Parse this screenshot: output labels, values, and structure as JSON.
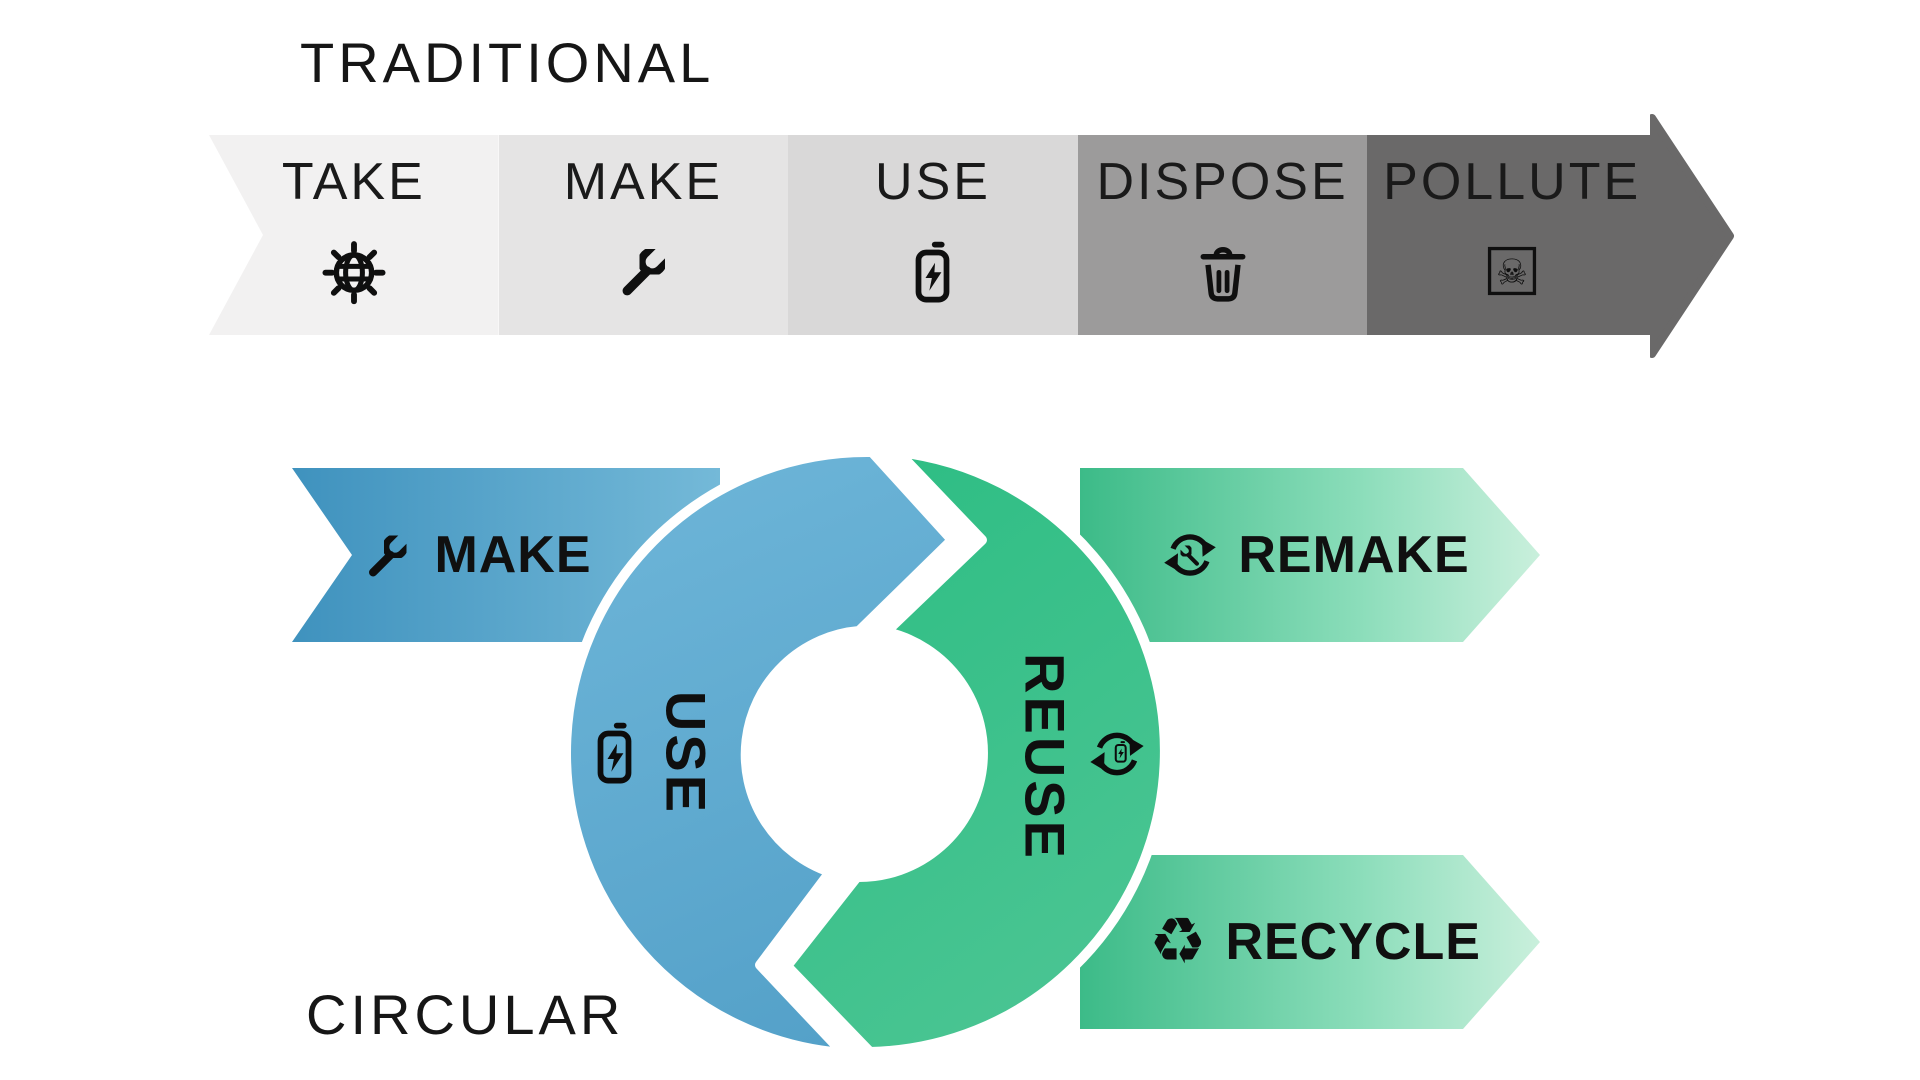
{
  "traditional": {
    "title": "TRADITIONAL",
    "stages": [
      {
        "label": "TAKE",
        "icon": "globe-rays-icon",
        "bg": "#F2F1F1"
      },
      {
        "label": "MAKE",
        "icon": "wrench-icon",
        "bg": "#E5E4E4"
      },
      {
        "label": "USE",
        "icon": "battery-bolt-icon",
        "bg": "#D9D8D8"
      },
      {
        "label": "DISPOSE",
        "icon": "trash-icon",
        "bg": "#9C9B9B"
      },
      {
        "label": "POLLUTE",
        "icon": "skull-crossbones-icon",
        "bg": "#6A6969"
      }
    ],
    "arrow_color": "#6A6969"
  },
  "circular": {
    "title": "CIRCULAR",
    "make_label": "MAKE",
    "use_label": "USE",
    "reuse_label": "REUSE",
    "remake_label": "REMAKE",
    "recycle_label": "RECYCLE",
    "icons": {
      "make": "wrench-icon",
      "use": "battery-bolt-icon",
      "reuse": "battery-cycle-icon",
      "remake": "wrench-cycle-icon",
      "recycle": "recycle-icon",
      "recycle_glyph": "♻"
    },
    "colors": {
      "blue_band_start": "#3F92BE",
      "blue_band_end": "#74B9D8",
      "blue_ring_start": "#6DB5D8",
      "blue_ring_end": "#53A0C8",
      "green_ring_start": "#2CBD83",
      "green_ring_end": "#4BC593",
      "green_band_start": "#3CBB88",
      "green_band_end": "#CBF0DD"
    }
  }
}
